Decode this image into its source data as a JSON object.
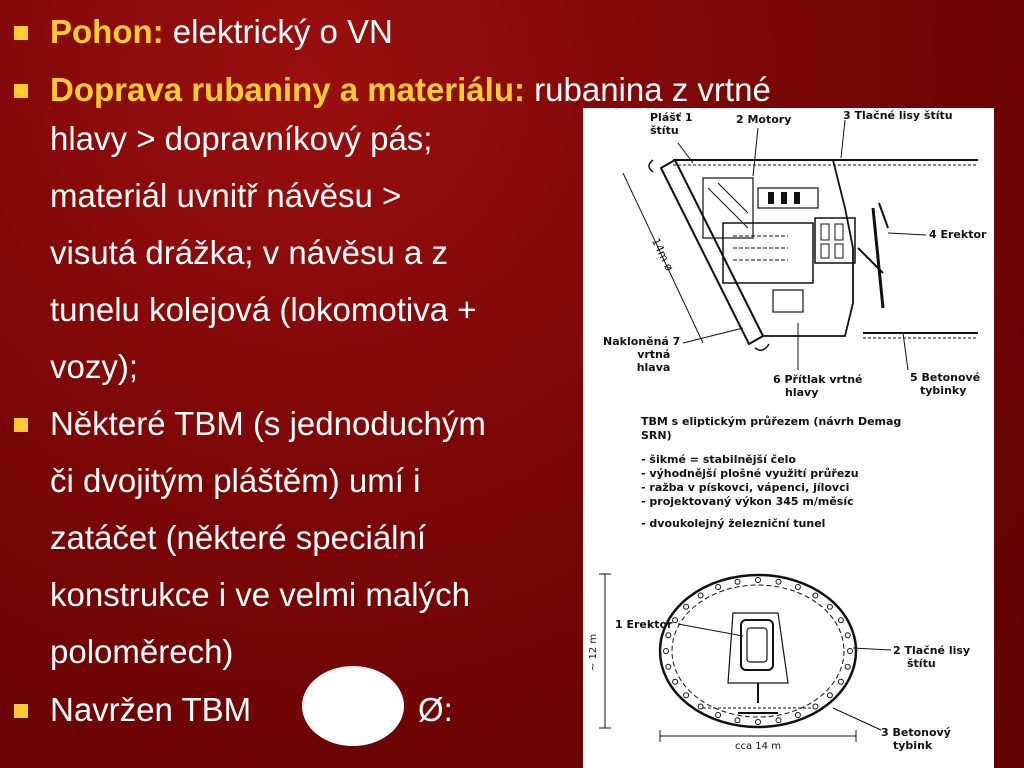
{
  "slide": {
    "bullets": [
      {
        "label": "Pohon:",
        "text": " elektrický o VN"
      },
      {
        "label": "Doprava rubaniny a materiálu:",
        "text": " rubanina z vrtné",
        "cont": [
          "hlavy > dopravníkový pás;",
          "materiál uvnitř návěsu >",
          "visutá drážka; v návěsu a z",
          "tunelu kolejová (lokomotiva +",
          "vozy);"
        ]
      },
      {
        "text": "Některé TBM (s jednoduchým",
        "cont": [
          "či dvojitým pláštěm) umí i",
          "zatáčet (některé speciální",
          "konstrukce i ve velmi malých",
          "poloměrech)"
        ]
      },
      {
        "text": "Navržen TBM",
        "suffix": "Ø:"
      }
    ]
  },
  "figure": {
    "top_labels": {
      "plast": [
        "Plášť 1",
        "štítu"
      ],
      "motory": "2 Motory",
      "lisy": "3 Tlačné lisy štítu",
      "erektor": "4 Erektor",
      "naklonena": [
        "Nakloněná 7",
        "vrtná",
        "hlava"
      ],
      "pritlak": [
        "6 Přítlak vrtné",
        "hlavy"
      ],
      "betonove": [
        "5 Betonové",
        "tybinky"
      ],
      "dim": "14m ø"
    },
    "caption": {
      "title": [
        "TBM  s eliptickým průřezem (návrh Demag",
        "SRN)"
      ],
      "items": [
        "- šikmé = stabilnější čelo",
        "- výhodnější plošné využití průřezu",
        "- ražba v pískovci, vápenci, jílovci",
        "- projektovaný výkon 345 m/měsíc",
        "- dvoukolejný železniční tunel"
      ]
    },
    "bottom_labels": {
      "erektor": "1 Erektor",
      "lisy": [
        "2 Tlačné lisy",
        "štítu"
      ],
      "betonovy": [
        "3 Betonový",
        "tybink"
      ],
      "height": "~ 12 m",
      "width": "cca 14 m"
    }
  },
  "colors": {
    "background": "#7a0606",
    "accent": "#ffcc33",
    "text": "#ffffff",
    "arrow": "#dd1111"
  }
}
